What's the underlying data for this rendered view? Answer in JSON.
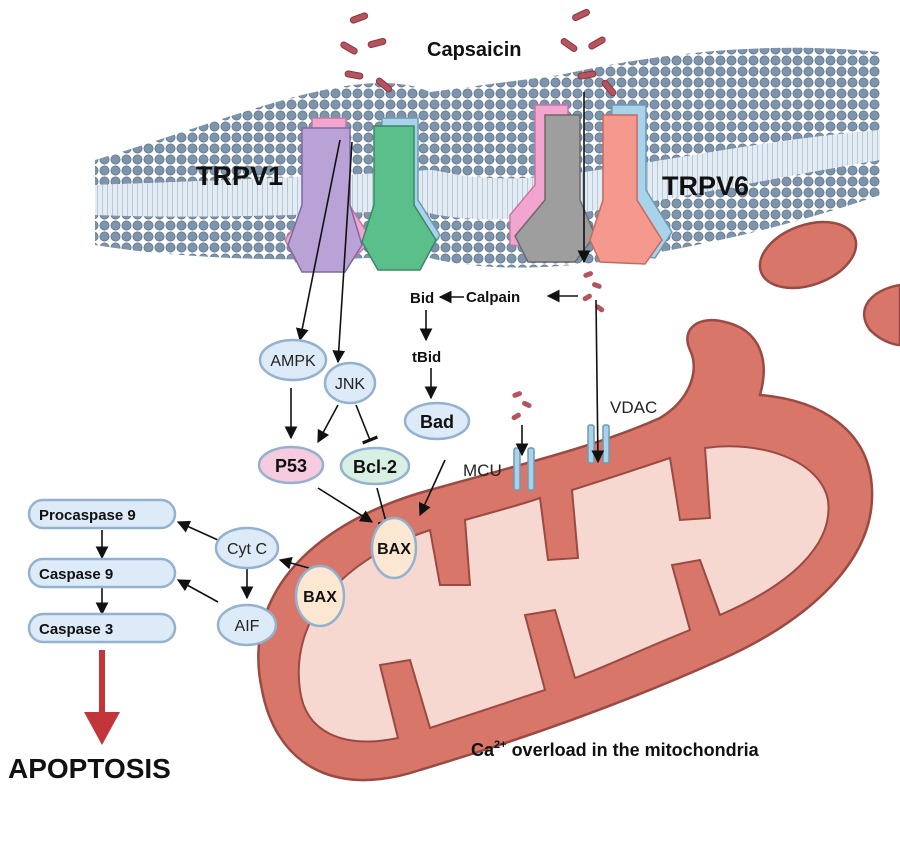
{
  "labels": {
    "capsaicin": "Capsaicin",
    "trpv1": "TRPV1",
    "trpv6": "TRPV6",
    "calpain": "Calpain",
    "bid": "Bid",
    "tbid": "tBid",
    "bad": "Bad",
    "ampk": "AMPK",
    "jnk": "JNK",
    "p53": "P53",
    "bcl2": "Bcl-2",
    "bax_center": "BAX",
    "bax_left": "BAX",
    "cytc": "Cyt C",
    "aif": "AIF",
    "procaspase9": "Procaspase 9",
    "caspase9": "Caspase 9",
    "caspase3": "Caspase 3",
    "apoptosis": "APOPTOSIS",
    "mcu": "MCU",
    "vdac": "VDAC",
    "ca_prefix": "Ca",
    "ca_sup": "2+",
    "ca_suffix": " overload in the mitochondria"
  },
  "colors": {
    "membrane_head": "#7d94ab",
    "membrane_tail": "#ccd9e6",
    "trpv1_front": "#b9a3d6",
    "trpv1_back": "#f2a5cf",
    "trpv1_green": "#5bbf8b",
    "trpv6_gray": "#9e9e9e",
    "trpv6_salmon": "#f5998f",
    "trpv6_blue": "#a8d3ea",
    "node_fill": "#ddeaf7",
    "node_stroke": "#94b1cf",
    "p53_fill": "#f6cbe0",
    "bcl2_fill": "#d8efe3",
    "bax_fill": "#fbe7d2",
    "mito_outer": "#d9766a",
    "mito_inner": "#f6d8d0",
    "mito_stroke": "#9a4a42",
    "capsaicin_mol": "#b5545e",
    "apoptosis_arrow": "#c2353b"
  }
}
